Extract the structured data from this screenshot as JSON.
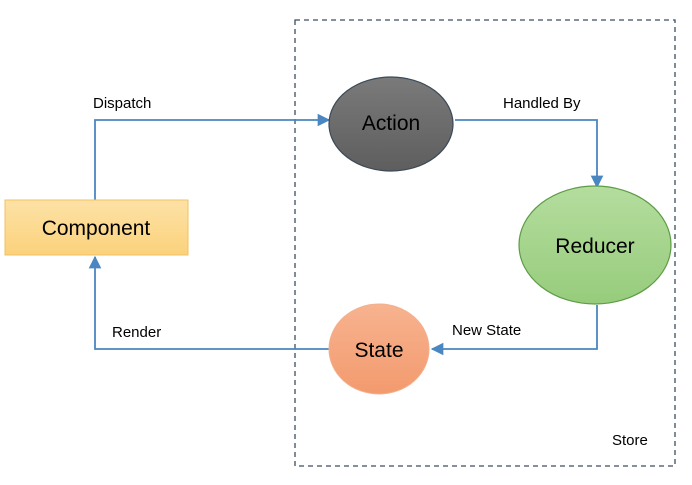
{
  "colors": {
    "connector": "#4a86c0",
    "store_border": "#3a4e63",
    "component_fill": "#fcd88e",
    "component_stroke": "#f2c061",
    "action_fill": "#6e6e6e",
    "action_stroke": "#3c4a58",
    "reducer_fill": "#a6d58e",
    "reducer_stroke": "#5d9c46",
    "state_fill": "#f5a67f",
    "state_stroke": "#f2b08e"
  },
  "nodes": {
    "component": "Component",
    "action": "Action",
    "reducer": "Reducer",
    "state": "State"
  },
  "edges": {
    "dispatch": "Dispatch",
    "handled_by": "Handled By",
    "new_state": "New State",
    "render": "Render"
  },
  "store": {
    "label": "Store"
  }
}
